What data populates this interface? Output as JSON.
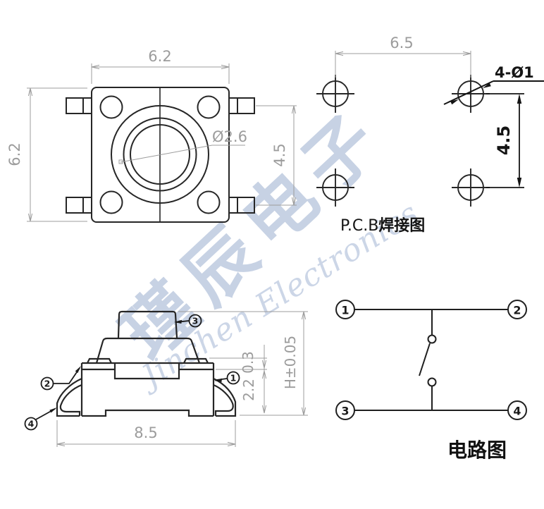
{
  "watermark": {
    "cn": "瑾辰电子",
    "en": "Jinchen Electronics"
  },
  "top_view": {
    "dim_width": "6.2",
    "dim_height": "6.2",
    "dim_lead_pitch": "4.5",
    "dim_stem_diameter": "Ø2.6"
  },
  "pcb_view": {
    "title_plain": "P.C.B",
    "title_bold": "焊接图",
    "dim_hole_pitch_x": "6.5",
    "dim_hole_pitch_y": "4.5",
    "hole_callout": "4-Ø1"
  },
  "side_view": {
    "dim_width": "8.5",
    "dim_body_height": "2.2",
    "dim_cover_height": "0.3",
    "dim_total_height": "H±0.05",
    "callouts": [
      "1",
      "2",
      "3",
      "4"
    ]
  },
  "circuit_view": {
    "title": "电路图",
    "terminals": [
      "1",
      "2",
      "3",
      "4"
    ]
  },
  "colors": {
    "outline": "#262626",
    "dimension": "#9c9c9c",
    "dark_text": "#141414",
    "watermark_cn": "#c7d2e4",
    "watermark_en": "#ccd6e7"
  }
}
